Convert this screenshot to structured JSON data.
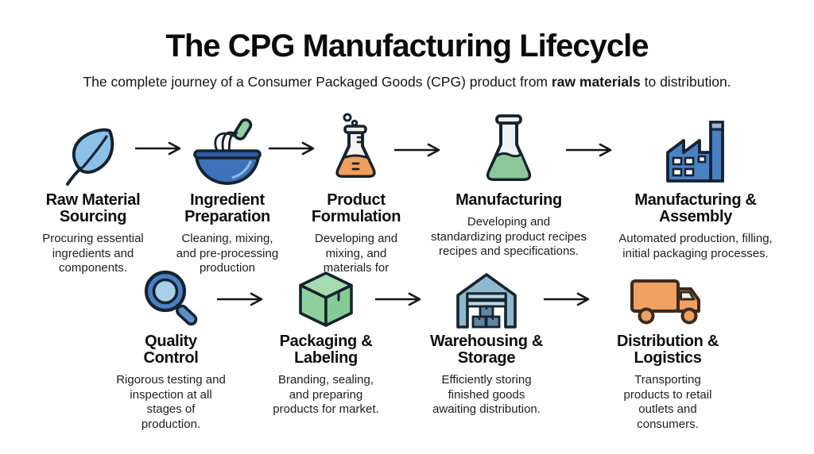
{
  "header": {
    "title": "The CPG Manufacturing Lifecycle",
    "subtitle": {
      "prefix": "The complete journey of a Consumer Packaged Goods (CPG) product from ",
      "bold": "raw materials",
      "suffix": " to distribution."
    }
  },
  "colors": {
    "background": "#ffffff",
    "text": "#111111",
    "outline": "#16232e",
    "icon_blue": "#4a80c4",
    "icon_light_blue": "#8cc0e6",
    "icon_lens_blue": "#a9cfe9",
    "icon_bowl_blue": "#3d72ba",
    "icon_green": "#8fd09d",
    "icon_orange": "#f0a05c",
    "icon_steel_blue": "#8fb9cd",
    "arrow": "#151515"
  },
  "steps": [
    {
      "id": "raw-material-sourcing",
      "icon": "leaf-icon",
      "title": "Raw Material\nSourcing",
      "description": "Procuring essential\ningredients and\ncomponents."
    },
    {
      "id": "ingredient-preparation",
      "icon": "whisk-bowl-icon",
      "title": "Ingredient\nPreparation",
      "description": "Cleaning, mixing,\nand pre-processing\nproduction"
    },
    {
      "id": "product-formulation",
      "icon": "flask-orange-icon",
      "title": "Product\nFormulation",
      "description": "Developing and\nmixing, and\nmaterials for"
    },
    {
      "id": "manufacturing",
      "icon": "flask-green-icon",
      "title": "Manufacturing",
      "description": "Developing and\nstandardizing product recipes\nrecipes and specifications."
    },
    {
      "id": "manufacturing-assembly",
      "icon": "factory-icon",
      "title": "Manufacturing &\nAssembly",
      "description": "Automated production, filling,\ninitial packaging processes."
    },
    {
      "id": "quality-control",
      "icon": "magnifier-icon",
      "title": "Quality\nControl",
      "description": "Rigorous testing and\ninspection at all\nstages of\nproduction."
    },
    {
      "id": "packaging-labeling",
      "icon": "package-box-icon",
      "title": "Packaging &\nLabeling",
      "description": "Branding, sealing,\nand preparing\nproducts for market."
    },
    {
      "id": "warehousing-storage",
      "icon": "warehouse-icon",
      "title": "Warehousing &\nStorage",
      "description": "Efficiently storing\nfinished goods\nawaiting distribution."
    },
    {
      "id": "distribution-logistics",
      "icon": "truck-icon",
      "title": "Distribution &\nLogistics",
      "description": "Transporting\nproducts to retail\noutlets and\nconsumers."
    }
  ]
}
